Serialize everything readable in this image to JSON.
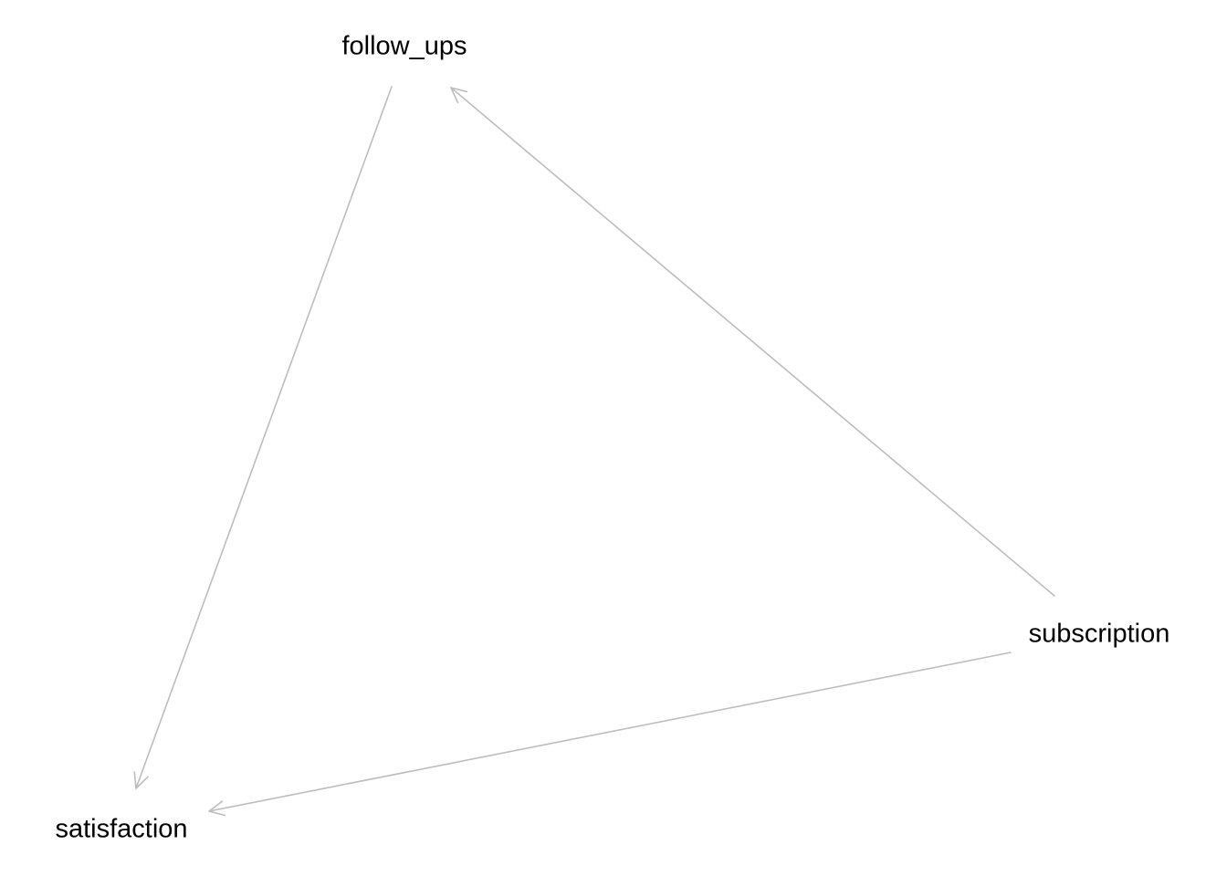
{
  "diagram": {
    "type": "directed-graph",
    "colors": {
      "edge": "#bdbdbd",
      "label": "#000000",
      "background": "#ffffff"
    },
    "nodes": [
      {
        "id": "follow_ups",
        "label": "follow_ups"
      },
      {
        "id": "subscription",
        "label": "subscription"
      },
      {
        "id": "satisfaction",
        "label": "satisfaction"
      }
    ],
    "edges": [
      {
        "from": "follow_ups",
        "to": "satisfaction"
      },
      {
        "from": "subscription",
        "to": "follow_ups"
      },
      {
        "from": "subscription",
        "to": "satisfaction"
      }
    ]
  }
}
